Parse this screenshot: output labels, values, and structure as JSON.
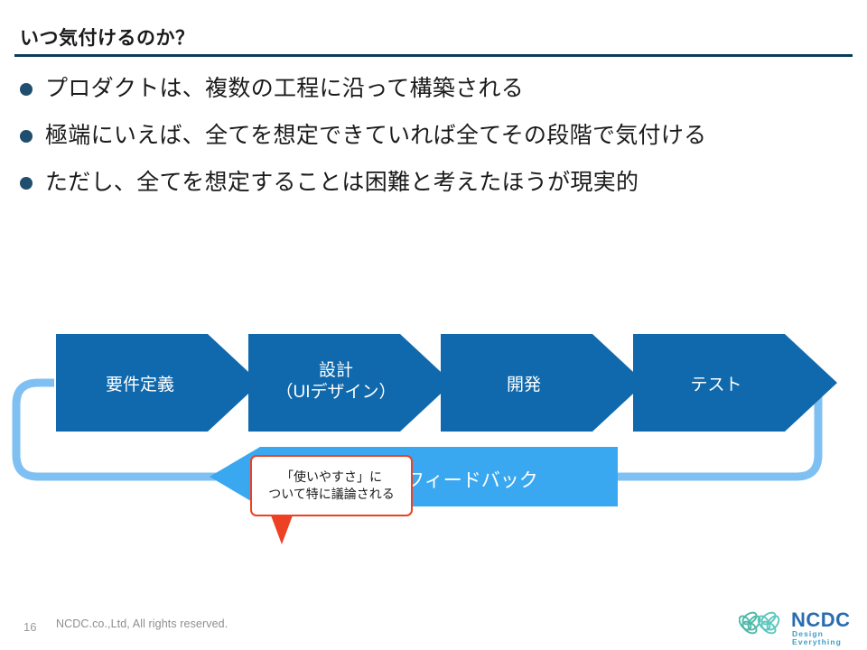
{
  "slide": {
    "title": "いつ気付けるのか？",
    "rule_color": "#0B3C5C"
  },
  "bullets": [
    {
      "text": "プロダクトは、複数の工程に沿って構築される"
    },
    {
      "text": "極端にいえば、全てを想定できていれば全てその段階で気付ける"
    },
    {
      "text": "ただし、全てを想定することは困難と考えたほうが現実的"
    }
  ],
  "diagram": {
    "stage_color": "#1069AC",
    "feedback_color": "#3AA8F0",
    "loop_color": "#7FC0F2",
    "stages": [
      {
        "line1": "要件定義",
        "line2": ""
      },
      {
        "line1": "設計",
        "line2": "（UIデザイン）"
      },
      {
        "line1": "開発",
        "line2": ""
      },
      {
        "line1": "テスト",
        "line2": ""
      }
    ],
    "feedback": {
      "label": "リリース後のフィードバック"
    },
    "callout": {
      "line1": "「使いやすさ」に",
      "line2": "ついて特に議論される",
      "border_color": "#ED4123",
      "points_to_stage": "設計（UIデザイン）"
    }
  },
  "footer": {
    "page_number": "16",
    "copyright": "NCDC.co.,Ltd, All rights reserved.",
    "logo": {
      "wordmark": "NCDC",
      "tagline": "Design Everything",
      "mark_color_a": "#4FB8A8",
      "mark_color_b": "#5BC8BE",
      "wordmark_color": "#2A6CB0"
    }
  }
}
